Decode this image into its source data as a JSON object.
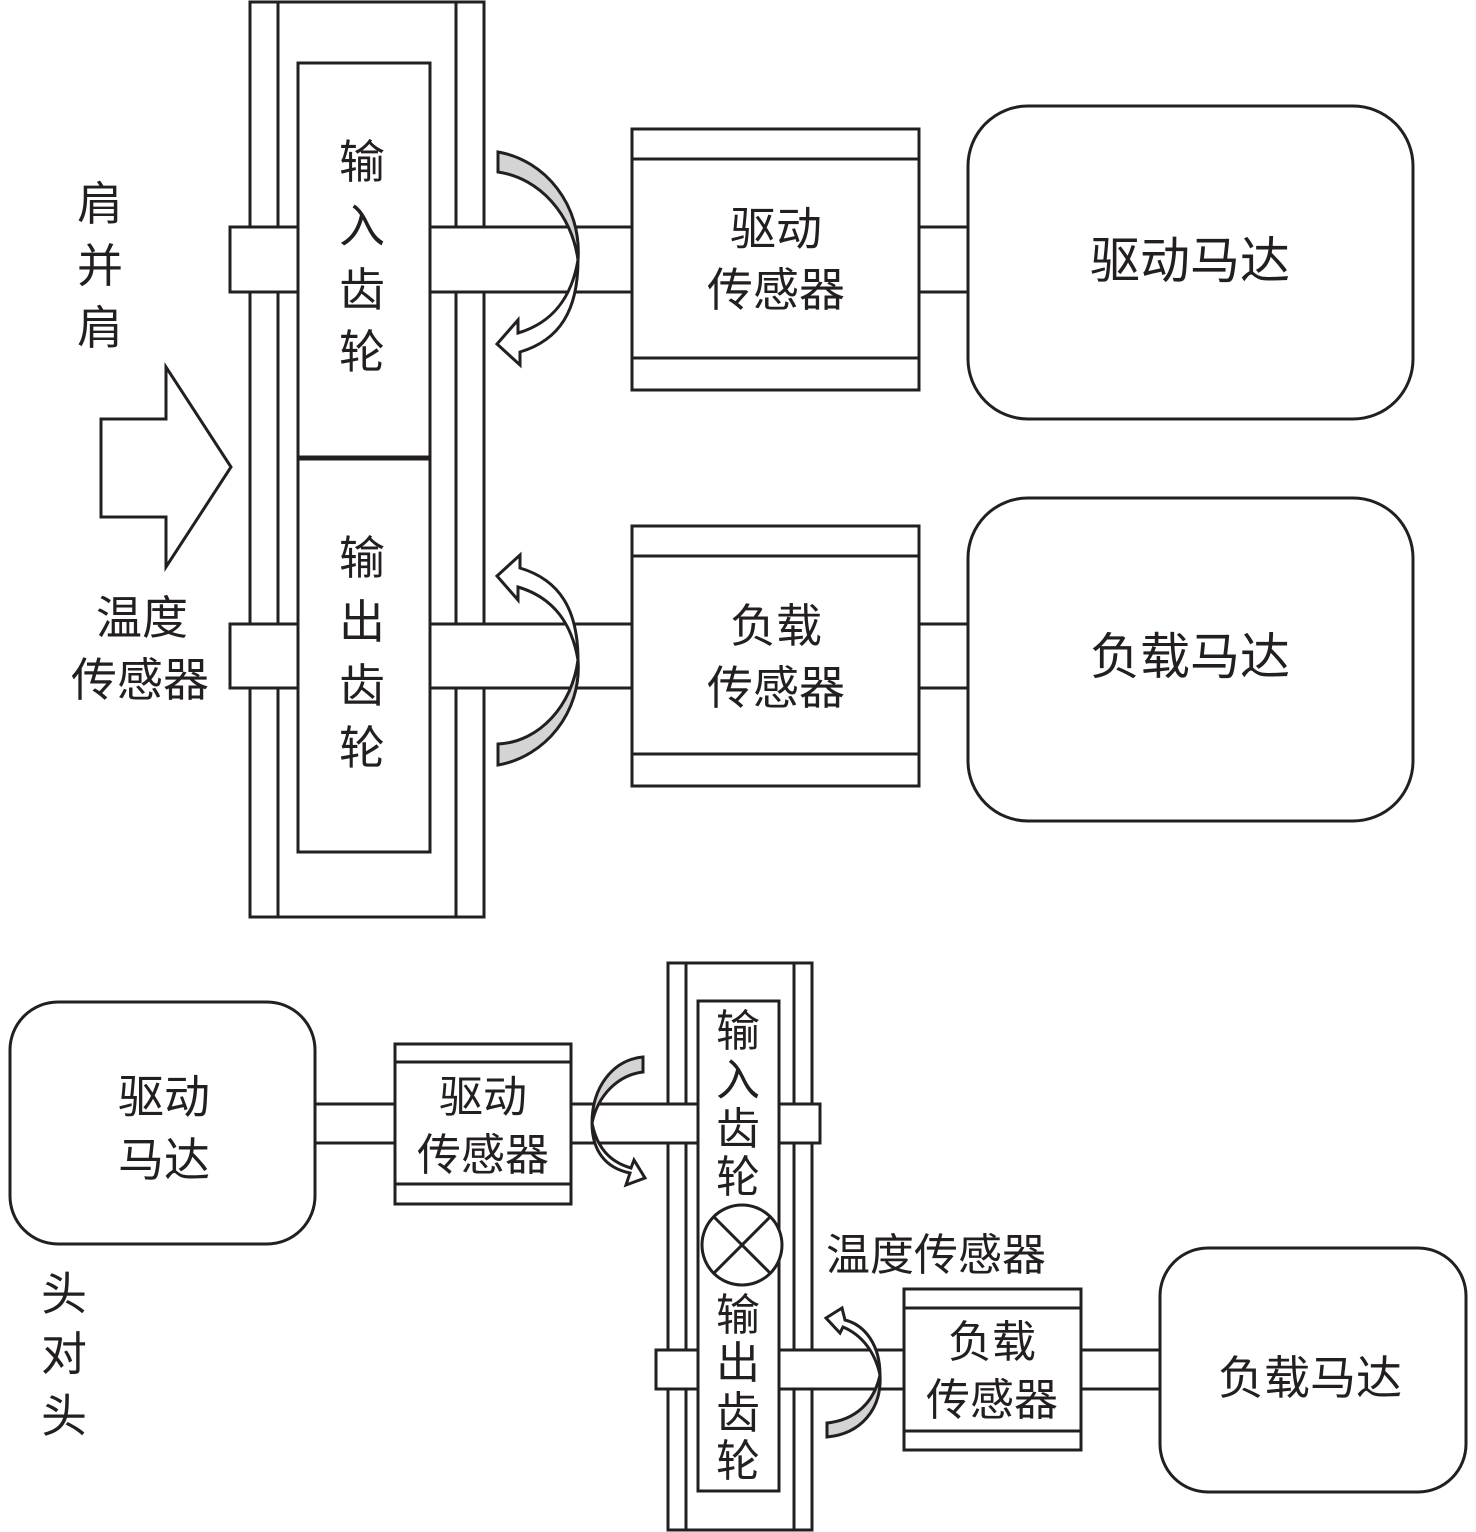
{
  "colors": {
    "line": "#231f20",
    "arrow_shade": "#d4d4d4",
    "background": "#ffffff"
  },
  "top": {
    "layout_label": [
      "肩",
      "并",
      "肩"
    ],
    "temp_sensor_label": [
      "温度",
      "传感器"
    ],
    "input_gear": [
      "输",
      "入",
      "齿",
      "轮"
    ],
    "output_gear": [
      "输",
      "出",
      "齿",
      "轮"
    ],
    "drive_sensor": [
      "驱动",
      "传感器"
    ],
    "load_sensor": [
      "负载",
      "传感器"
    ],
    "drive_motor": "驱动马达",
    "load_motor": "负载马达",
    "big_arrow_icon": "block-arrow-right",
    "input_rotation_icon": "curved-arrow-clockwise",
    "output_rotation_icon": "curved-arrow-counterclockwise"
  },
  "bottom": {
    "layout_label": [
      "头",
      "对",
      "头"
    ],
    "drive_motor": [
      "驱动",
      "马达"
    ],
    "drive_sensor": [
      "驱动",
      "传感器"
    ],
    "input_gear": [
      "输",
      "入",
      "齿",
      "轮"
    ],
    "output_gear": [
      "输",
      "出",
      "齿",
      "轮"
    ],
    "mesh_icon": "circle-cross",
    "temp_sensor_label": "温度传感器",
    "load_sensor": [
      "负载",
      "传感器"
    ],
    "load_motor": "负载马达"
  }
}
